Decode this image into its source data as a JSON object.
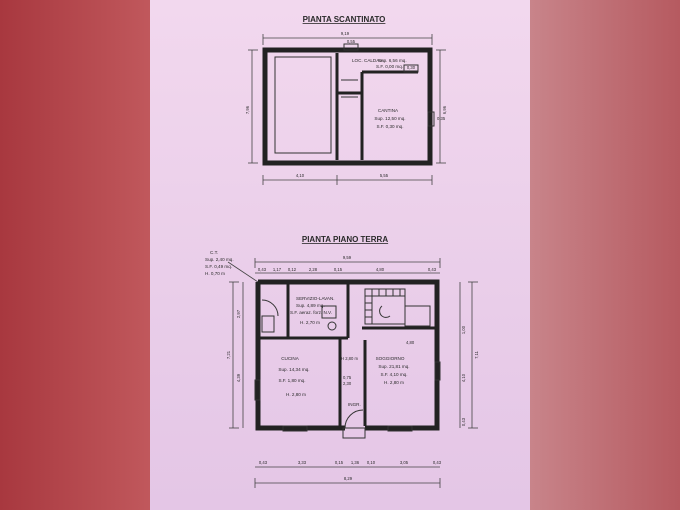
{
  "basement": {
    "title": "PIANTA SCANTINATO",
    "dim_top": "9,19",
    "dim_left": "7,96",
    "dim_right": "6,96",
    "dim_bottom": [
      "4,10",
      "5,55"
    ],
    "loc_caldaia": {
      "name": "LOC. CALDAIA",
      "sup": "Sup. 6,56 mq.",
      "sf": "S.F. 0,00 mq."
    },
    "cantina": {
      "name": "CANTINA",
      "sup": "Sup. 12,50 mq.",
      "sf": "S.F. 0,30 mq."
    },
    "small_top": "0,55",
    "small_right": "0,30",
    "small_window": "0,35"
  },
  "ground": {
    "title": "PIANTA PIANO TERRA",
    "dim_top_total": "9,59",
    "dim_top_parts": [
      "0,43",
      "1,17",
      "0,12",
      "2,28",
      "0,15",
      "4,80",
      "0,43"
    ],
    "ct": {
      "name": "C.T.",
      "sup": "Sup. 2,40 mq.",
      "sf": "S.F. 0,49 mq.",
      "h": "H. 0,70 m"
    },
    "servizio": {
      "name": "SERVIZIO-LAVAN.",
      "sup": "Sup. 4,89 mq.",
      "sf": "S.F. aeraz. forz. N.V.",
      "h": "H. 2,70 m"
    },
    "cucina": {
      "name": "CUCINA",
      "sup": "Sup. 14,34 mq.",
      "sf": "S.F. 1,80 mq.",
      "h": "H. 2,80 m"
    },
    "soggiorno": {
      "name": "SOGGIORNO",
      "sup": "Sup. 21,81 mq.",
      "sf": "S.F. 4,10 mq.",
      "h": "H. 2,80 m"
    },
    "ingr": "INGR.",
    "h_small": "H 2,80 m",
    "inner_dims": [
      "4,80",
      "0,75",
      "2,30"
    ],
    "dim_left": [
      "7,21",
      "4,39",
      "2,97"
    ],
    "dim_right": [
      "7,11",
      "4,10",
      "1,00",
      "0,43"
    ],
    "dim_bottom_parts": [
      "0,43",
      "3,33",
      "0,15",
      "1,36",
      "0,10",
      "3,05",
      "0,43"
    ],
    "dim_bottom_total": "8,29"
  }
}
